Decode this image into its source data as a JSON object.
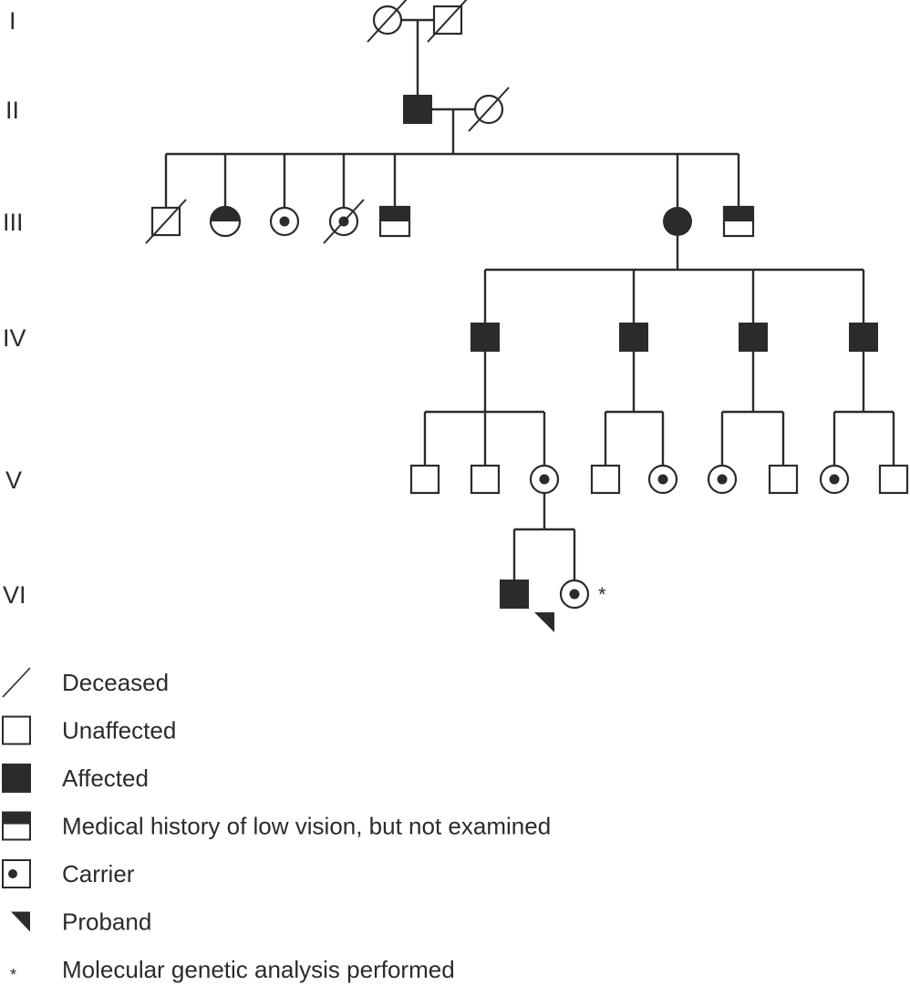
{
  "generations": [
    "I",
    "II",
    "III",
    "IV",
    "V",
    "VI"
  ],
  "individuals": [
    {
      "id": "I-1",
      "gen": "I",
      "sex": "female",
      "status": "unaffected",
      "deceased": true
    },
    {
      "id": "I-2",
      "gen": "I",
      "sex": "male",
      "status": "unaffected",
      "deceased": true
    },
    {
      "id": "II-1",
      "gen": "II",
      "sex": "male",
      "status": "affected",
      "deceased": false
    },
    {
      "id": "II-2",
      "gen": "II",
      "sex": "female",
      "status": "unaffected",
      "deceased": true
    },
    {
      "id": "III-1",
      "gen": "III",
      "sex": "male",
      "status": "unaffected",
      "deceased": true
    },
    {
      "id": "III-2",
      "gen": "III",
      "sex": "female",
      "status": "history",
      "deceased": false
    },
    {
      "id": "III-3",
      "gen": "III",
      "sex": "female",
      "status": "carrier",
      "deceased": false
    },
    {
      "id": "III-4",
      "gen": "III",
      "sex": "female",
      "status": "carrier",
      "deceased": true
    },
    {
      "id": "III-5",
      "gen": "III",
      "sex": "male",
      "status": "history",
      "deceased": false
    },
    {
      "id": "III-6",
      "gen": "III",
      "sex": "female",
      "status": "affected",
      "deceased": false
    },
    {
      "id": "III-7",
      "gen": "III",
      "sex": "male",
      "status": "history",
      "deceased": false
    },
    {
      "id": "IV-1",
      "gen": "IV",
      "sex": "male",
      "status": "affected",
      "deceased": false
    },
    {
      "id": "IV-2",
      "gen": "IV",
      "sex": "male",
      "status": "affected",
      "deceased": false
    },
    {
      "id": "IV-3",
      "gen": "IV",
      "sex": "male",
      "status": "affected",
      "deceased": false
    },
    {
      "id": "IV-4",
      "gen": "IV",
      "sex": "male",
      "status": "affected",
      "deceased": false
    },
    {
      "id": "V-1",
      "gen": "V",
      "sex": "male",
      "status": "unaffected",
      "deceased": false
    },
    {
      "id": "V-2",
      "gen": "V",
      "sex": "male",
      "status": "unaffected",
      "deceased": false
    },
    {
      "id": "V-3",
      "gen": "V",
      "sex": "female",
      "status": "carrier",
      "deceased": false
    },
    {
      "id": "V-4",
      "gen": "V",
      "sex": "male",
      "status": "unaffected",
      "deceased": false
    },
    {
      "id": "V-5",
      "gen": "V",
      "sex": "female",
      "status": "carrier",
      "deceased": false
    },
    {
      "id": "V-6",
      "gen": "V",
      "sex": "female",
      "status": "carrier",
      "deceased": false
    },
    {
      "id": "V-7",
      "gen": "V",
      "sex": "male",
      "status": "unaffected",
      "deceased": false
    },
    {
      "id": "V-8",
      "gen": "V",
      "sex": "female",
      "status": "carrier",
      "deceased": false
    },
    {
      "id": "V-9",
      "gen": "V",
      "sex": "male",
      "status": "unaffected",
      "deceased": false
    },
    {
      "id": "VI-1",
      "gen": "VI",
      "sex": "male",
      "status": "affected",
      "deceased": false,
      "proband": true
    },
    {
      "id": "VI-2",
      "gen": "VI",
      "sex": "female",
      "status": "carrier",
      "deceased": false,
      "analysis": true
    }
  ],
  "relationships": [
    {
      "parents": [
        "I-1",
        "I-2"
      ],
      "children": [
        "II-1"
      ]
    },
    {
      "parents": [
        "II-1",
        "II-2"
      ],
      "children": [
        "III-1",
        "III-2",
        "III-3",
        "III-4",
        "III-5",
        "III-6",
        "III-7"
      ]
    },
    {
      "parents": [
        "III-6"
      ],
      "children": [
        "IV-1",
        "IV-2",
        "IV-3",
        "IV-4"
      ]
    },
    {
      "parents": [
        "IV-1"
      ],
      "children": [
        "V-1",
        "V-2",
        "V-3"
      ]
    },
    {
      "parents": [
        "IV-2"
      ],
      "children": [
        "V-4",
        "V-5"
      ]
    },
    {
      "parents": [
        "IV-3"
      ],
      "children": [
        "V-6",
        "V-7"
      ]
    },
    {
      "parents": [
        "IV-4"
      ],
      "children": [
        "V-8",
        "V-9"
      ]
    },
    {
      "parents": [
        "V-3"
      ],
      "children": [
        "VI-1",
        "VI-2"
      ]
    }
  ],
  "analysis_marker": "*",
  "legend": [
    {
      "symbol": "deceased",
      "label": "Deceased"
    },
    {
      "symbol": "unaffected",
      "label": "Unaffected"
    },
    {
      "symbol": "affected",
      "label": "Affected"
    },
    {
      "symbol": "history",
      "label": "Medical history of low vision, but not examined"
    },
    {
      "symbol": "carrier",
      "label": "Carrier"
    },
    {
      "symbol": "proband",
      "label": "Proband"
    },
    {
      "symbol": "analysis",
      "label": "Molecular genetic analysis performed"
    }
  ],
  "colors": {
    "ink": "#2b2b2b",
    "background": "#ffffff"
  }
}
